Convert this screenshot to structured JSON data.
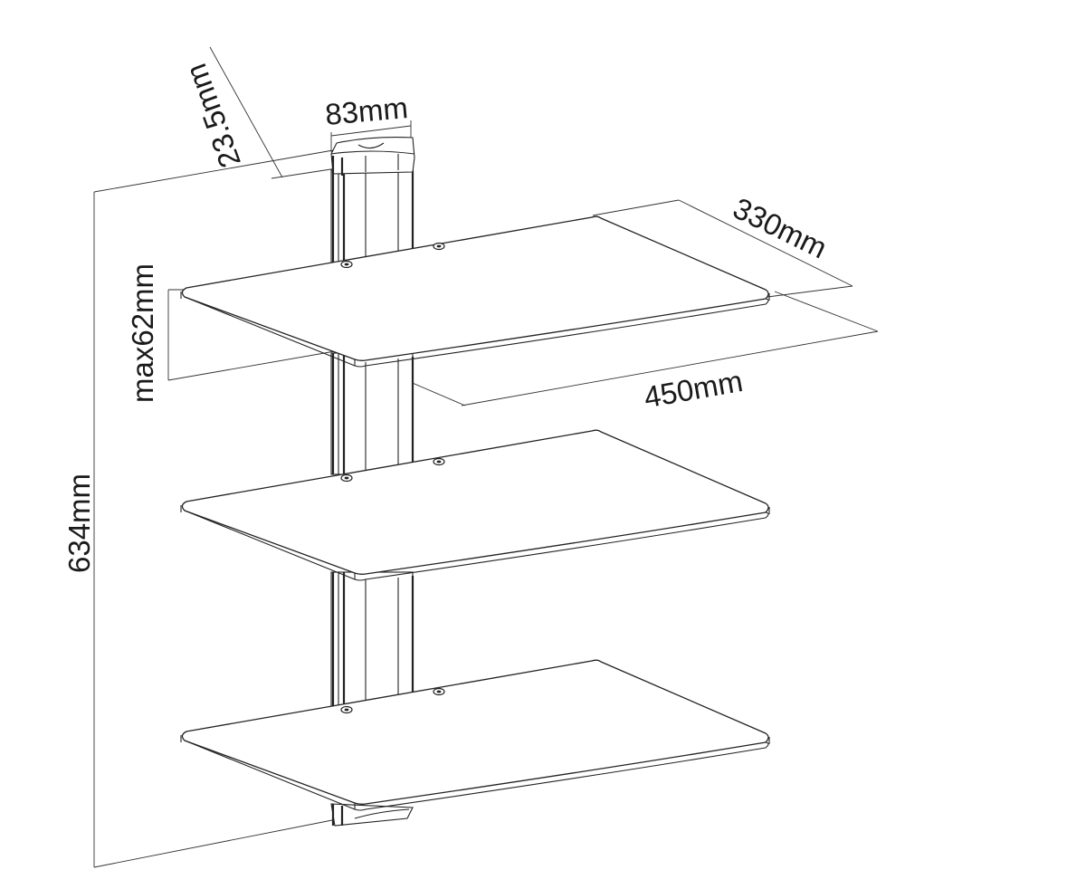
{
  "dimensions": {
    "cap_depth": "23.5mm",
    "cap_width": "83mm",
    "shelf_depth": "330mm",
    "shelf_width": "450mm",
    "shelf_spacing": "max62mm",
    "total_height": "634mm"
  },
  "colors": {
    "line": "#222222",
    "background": "#ffffff",
    "text": "#1a1a1a"
  }
}
